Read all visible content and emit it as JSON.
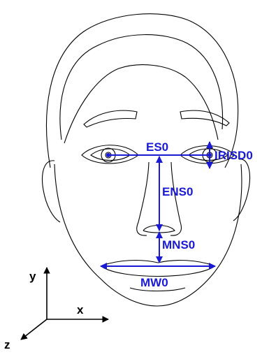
{
  "labels": {
    "es0": "ES0",
    "irisd0": "IRISD0",
    "ens0": "ENS0",
    "mns0": "MNS0",
    "mw0": "MW0"
  },
  "axes": {
    "x": "x",
    "y": "y",
    "z": "z"
  },
  "colors": {
    "annotation": "#1a1ad6",
    "outline": "#000000",
    "background": "#ffffff"
  }
}
